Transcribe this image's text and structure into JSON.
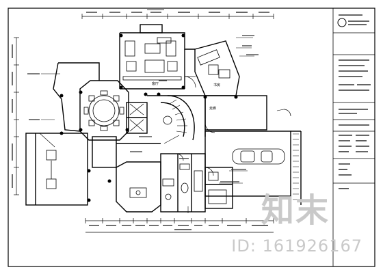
{
  "drawing": {
    "room_labels": {
      "living_room": "客厅",
      "study": "书房",
      "corridor": "走廊"
    }
  },
  "watermark": {
    "brand": "知末",
    "id_text": "ID: 161926167"
  }
}
